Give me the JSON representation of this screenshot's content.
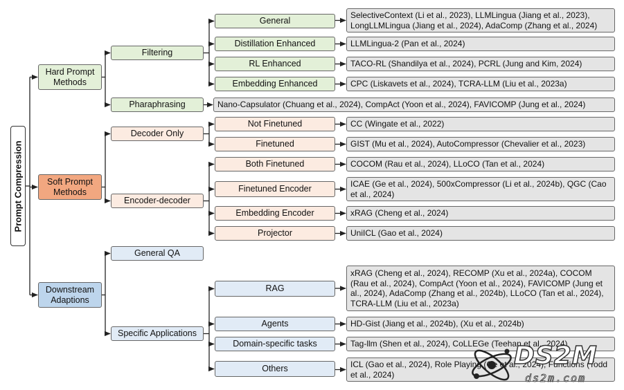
{
  "root": "Prompt Compression",
  "hard": {
    "label": "Hard Prompt Methods",
    "filtering": "Filtering",
    "general": "General",
    "general_leaf": "SelectiveContext (Li et al., 2023), LLMLingua (Jiang et al., 2023), LongLLMLingua (Jiang et al., 2024), AdaComp (Zhang et al., 2024)",
    "distillation": "Distillation Enhanced",
    "distillation_leaf": "LLMLingua-2 (Pan et al., 2024)",
    "rl": "RL Enhanced",
    "rl_leaf": "TACO-RL (Shandilya et al., 2024), PCRL (Jung and Kim, 2024)",
    "embedding": "Embedding Enhanced",
    "embedding_leaf": "CPC (Liskavets et al., 2024), TCRA-LLM (Liu et al., 2023a)",
    "paraphrasing": "Pharaphrasing",
    "paraphrasing_leaf": "Nano-Capsulator (Chuang et al., 2024), CompAct (Yoon et al., 2024), FAVICOMP (Jung et al., 2024)"
  },
  "soft": {
    "label": "Soft Prompt Methods",
    "decoder_only": "Decoder Only",
    "not_finetuned": "Not Finetuned",
    "not_finetuned_leaf": "CC (Wingate et al., 2022)",
    "finetuned": "Finetuned",
    "finetuned_leaf": "GIST (Mu et al., 2024), AutoCompressor (Chevalier et al., 2023)",
    "encoder_decoder": "Encoder-decoder",
    "both_finetuned": "Both Finetuned",
    "both_finetuned_leaf": "COCOM (Rau et al., 2024), LLoCO (Tan et al., 2024)",
    "finetuned_encoder": "Finetuned Encoder",
    "finetuned_encoder_leaf": "ICAE (Ge et al., 2024), 500xCompressor (Li et al., 2024b), QGC (Cao et al., 2024)",
    "embedding_encoder": "Embedding Encoder",
    "embedding_encoder_leaf": "xRAG (Cheng et al., 2024)",
    "projector": "Projector",
    "projector_leaf": "UniICL (Gao et al., 2024)"
  },
  "down": {
    "label": "Downstream Adaptions",
    "general_qa": "General QA",
    "specific": "Specific Applications",
    "rag": "RAG",
    "rag_leaf": "xRAG (Cheng et al., 2024), RECOMP (Xu et al., 2024a), COCOM (Rau et al., 2024), CompAct (Yoon et al., 2024), FAVICOMP (Jung et al., 2024), AdaComp (Zhang et al., 2024b), LLoCO (Tan et al., 2024), TCRA-LLM (Liu et al., 2023a)",
    "agents": "Agents",
    "agents_leaf": "HD-Gist (Jiang et al., 2024b), (Xu et al., 2024b)",
    "domain": "Domain-specific tasks",
    "domain_leaf": "Tag-llm (Shen et al., 2024), CoLLEGe (Teehan et al., 2024)",
    "others": "Others",
    "others_leaf": "ICL (Gao et al., 2024), Role Playing (Ge et al., 2024), Functions (Todd et al., 2024)"
  },
  "watermark": {
    "big": "DS2M",
    "small": "ds2m.com"
  }
}
